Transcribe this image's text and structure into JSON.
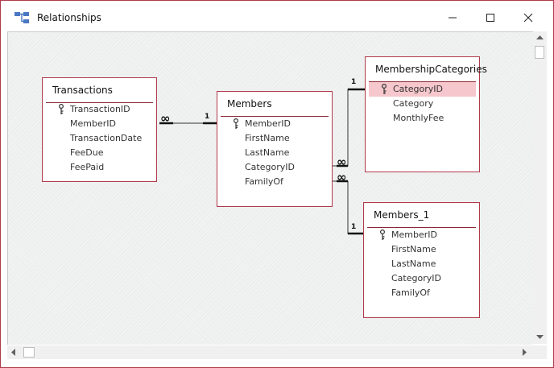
{
  "window": {
    "title": "Relationships"
  },
  "tables": {
    "transactions": {
      "name": "Transactions",
      "fields": [
        "TransactionID",
        "MemberID",
        "TransactionDate",
        "FeeDue",
        "FeePaid"
      ]
    },
    "members": {
      "name": "Members",
      "fields": [
        "MemberID",
        "FirstName",
        "LastName",
        "CategoryID",
        "FamilyOf"
      ]
    },
    "membership_categories": {
      "name": "MembershipCategories",
      "fields": [
        "CategoryID",
        "Category",
        "MonthlyFee"
      ]
    },
    "members_1": {
      "name": "Members_1",
      "fields": [
        "MemberID",
        "FirstName",
        "LastName",
        "CategoryID",
        "FamilyOf"
      ]
    }
  },
  "relationships": {
    "trans_members": {
      "many": "∞",
      "one": "1"
    },
    "members_categories": {
      "many": "∞",
      "one": "1"
    },
    "members_members1": {
      "many": "∞",
      "one": "1"
    }
  },
  "colors": {
    "accent": "#b03a4a",
    "selected_row": "#f6c7cc"
  },
  "icons": {
    "key": "primary-key-icon",
    "app": "relationships-icon"
  }
}
